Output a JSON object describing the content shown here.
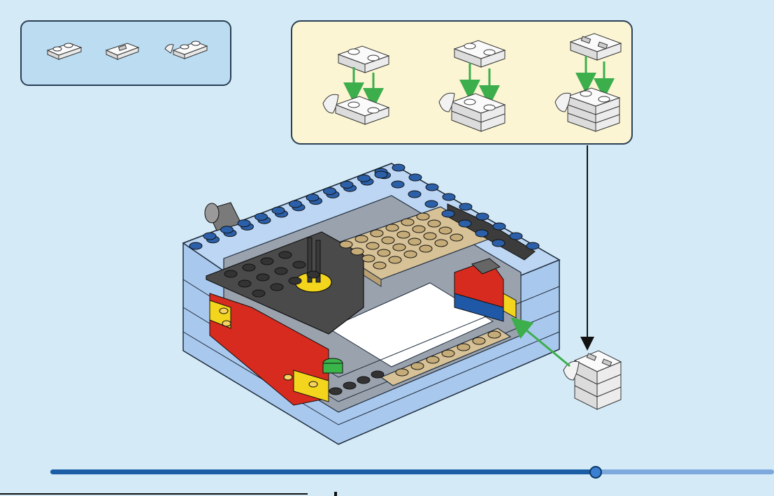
{
  "parts_callout": {
    "parts": [
      {
        "name": "plate-1x2-white",
        "count_shown": ""
      },
      {
        "name": "tile-1x2-grille-white",
        "count_shown": ""
      },
      {
        "name": "plate-1x2-hinge-white",
        "count_shown": ""
      }
    ]
  },
  "subassembly_callout": {
    "steps": 3
  },
  "progress": {
    "fraction": 0.754
  },
  "colors": {
    "background": "#d4ebf7",
    "parts_panel": "#bcdcf2",
    "subassembly_panel": "#fbf5d3",
    "arrow_green": "#3cae4c",
    "progress_fill": "#1b5ea6",
    "progress_track": "#7ea9dd",
    "brick_blue": "#a9c8ee",
    "brick_tan": "#d7c196",
    "brick_dark": "#4a4a4a",
    "brick_yellow": "#f2d51c",
    "brick_red": "#d62b1e"
  }
}
